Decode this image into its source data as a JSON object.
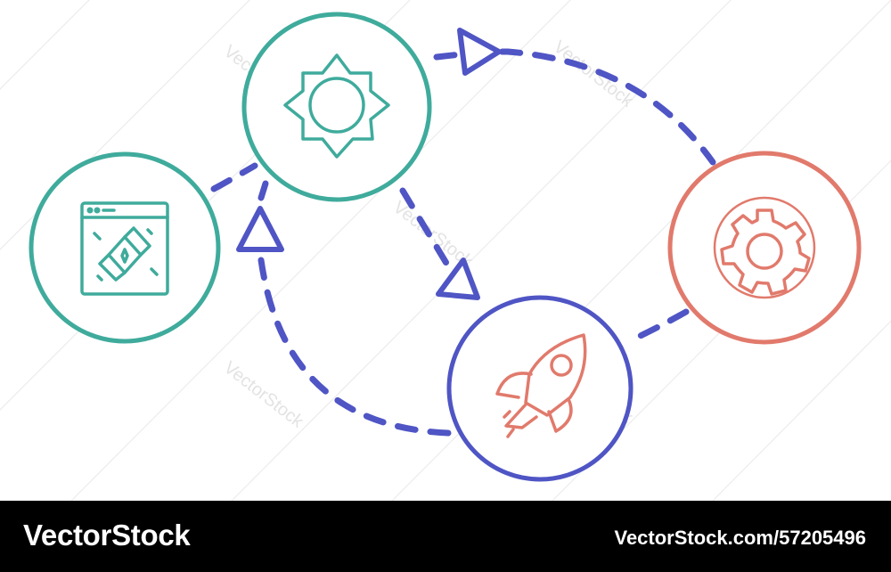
{
  "colors": {
    "teal": "#3fab9c",
    "blue": "#4f55c4",
    "coral": "#e17a6c",
    "background": "#ffffff",
    "footer_background": "#000000",
    "footer_text": "#ffffff",
    "watermark": "#e6e6e6"
  },
  "nodes": [
    {
      "id": "browser-window",
      "icon": "browser-window-with-diamond-icon",
      "color": "teal"
    },
    {
      "id": "sun",
      "icon": "sun-icon",
      "color": "teal"
    },
    {
      "id": "rocket",
      "icon": "rocket-icon",
      "color": "coral",
      "ring_color": "blue"
    },
    {
      "id": "gear",
      "icon": "gear-icon",
      "color": "coral"
    }
  ],
  "connectors": [
    {
      "from": "browser-window",
      "to": "sun",
      "style": "dashed",
      "arrow": false
    },
    {
      "from": "sun",
      "to": "gear",
      "style": "dashed",
      "arrow": true
    },
    {
      "from": "sun",
      "to": "rocket",
      "style": "dashed",
      "arrow": true
    },
    {
      "from": "rocket",
      "to": "sun",
      "style": "dashed",
      "arrow": true
    },
    {
      "from": "gear",
      "to": "rocket",
      "style": "dashed",
      "arrow": false
    }
  ],
  "watermark_text": "VectorStock",
  "footer": {
    "brand": "VectorStock",
    "image_ref": "VectorStock.com/57205496"
  }
}
